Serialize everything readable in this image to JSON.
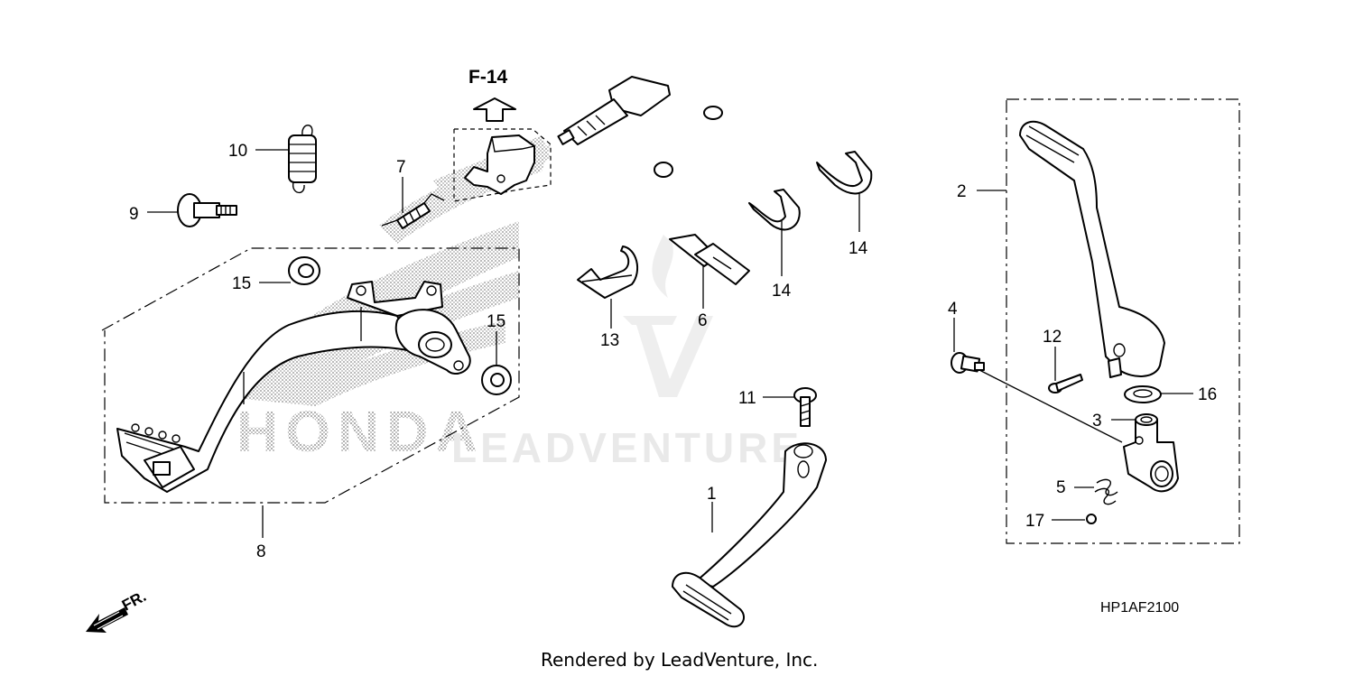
{
  "figure": {
    "reference_label": "F-14",
    "diagram_code": "HP1AF2100",
    "credit": "Rendered by LeadVenture, Inc.",
    "direction_label": "FR.",
    "watermarks": {
      "brand": "HONDA",
      "vendor": "LEADVENTURE"
    }
  },
  "callouts": {
    "c1": "1",
    "c2": "2",
    "c3": "3",
    "c4": "4",
    "c5": "5",
    "c6": "6",
    "c7": "7",
    "c8": "8",
    "c9": "9",
    "c10": "10",
    "c11": "11",
    "c12": "12",
    "c13": "13",
    "c14a": "14",
    "c14b": "14",
    "c15a": "15",
    "c15b": "15",
    "c16": "16",
    "c17": "17"
  },
  "icons": [
    "up-arrow-icon",
    "front-direction-arrow-icon",
    "honda-wing-logo",
    "leadventure-logo"
  ]
}
